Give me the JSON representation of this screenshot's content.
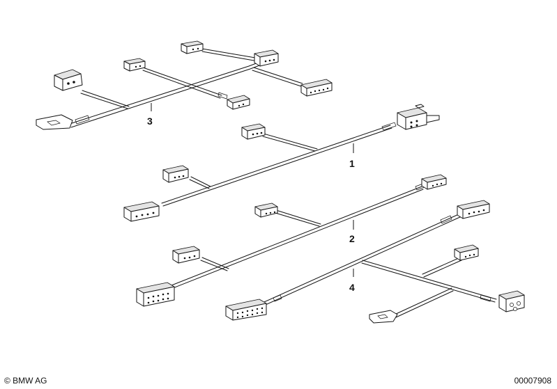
{
  "callouts": {
    "harness_1": "1",
    "harness_2": "2",
    "harness_3": "3",
    "harness_4": "4"
  },
  "footer": {
    "copyright": "© BMW AG",
    "document_number": "00007908"
  }
}
